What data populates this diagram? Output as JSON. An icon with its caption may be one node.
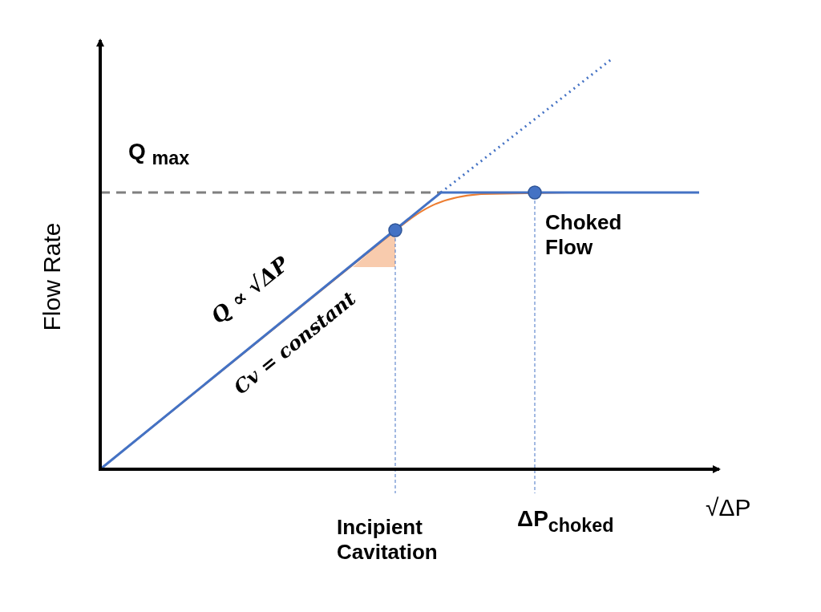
{
  "diagram": {
    "labels": [
      "Q $_{max}$",
      "Flow Rate",
      "Choked Flow",
      "Q ∝ √ΔP",
      "Cv = constant",
      "√ΔP",
      "Incipient Cavitation",
      "ΔP$_{choked}$"
    ]
  }
}
